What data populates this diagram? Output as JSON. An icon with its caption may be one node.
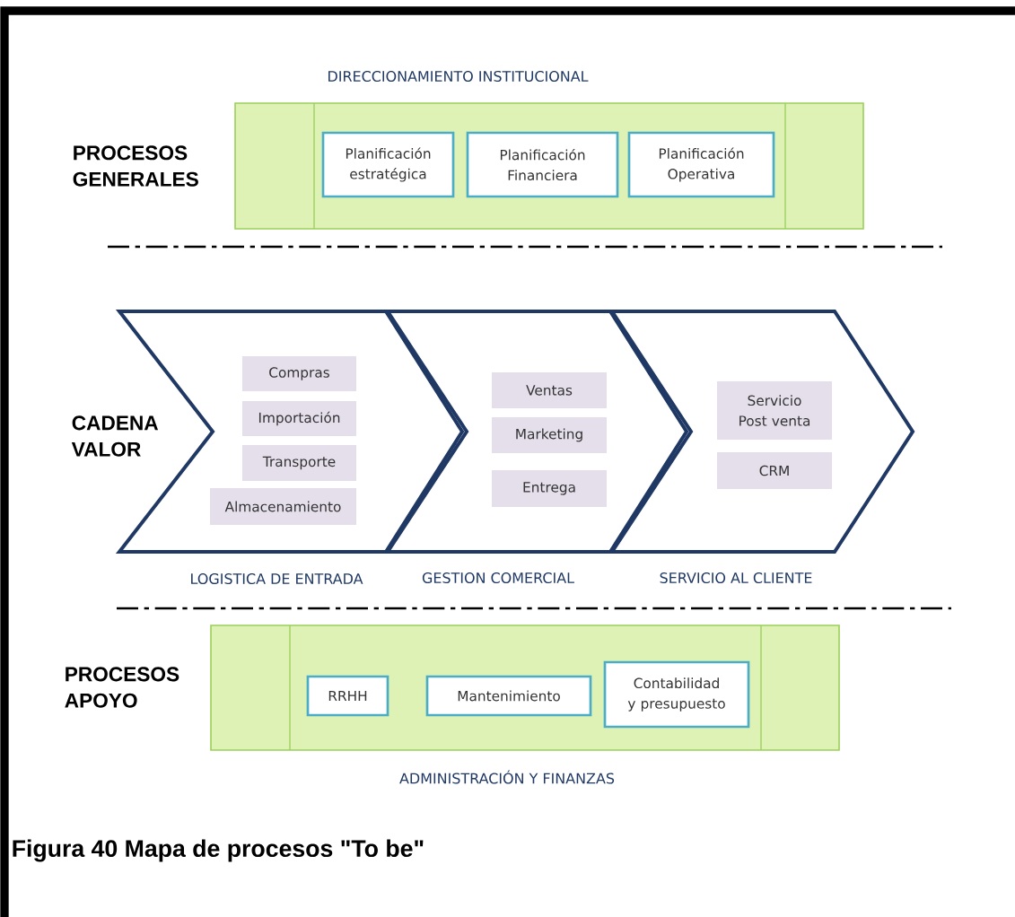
{
  "diagram": {
    "caption": "Figura 40 Mapa de procesos \"To be\"",
    "nodes": [
      {
        "text": [
          "DIRECCIONAMIENTO INSTITUCIONAL"
        ]
      },
      {
        "text": [
          "Planificación estratégica"
        ],
        "in": 0
      },
      {
        "text": [
          "Planificación Financiera"
        ],
        "in": 0
      },
      {
        "text": [
          "Planificación Operativa"
        ],
        "in": 0
      },
      {
        "text": [
          "LOGISTICA DE ENTRADA"
        ]
      },
      {
        "text": [
          "Compras"
        ],
        "in": 4
      },
      {
        "text": [
          "Importación"
        ],
        "in": 4
      },
      {
        "text": [
          "Transporte"
        ],
        "in": 4
      },
      {
        "text": [
          "Almacenamiento"
        ],
        "in": 4
      },
      {
        "text": [
          "GESTION COMERCIAL"
        ]
      },
      {
        "text": [
          "Ventas"
        ],
        "in": 9
      },
      {
        "text": [
          "Marketing"
        ],
        "in": 9
      },
      {
        "text": [
          "Entrega"
        ],
        "in": 9
      },
      {
        "text": [
          "SERVICIO AL CLIENTE"
        ]
      },
      {
        "text": [
          "Servicio Post venta"
        ],
        "in": 13
      },
      {
        "text": [
          "CRM"
        ],
        "in": 13
      },
      {
        "text": [
          "ADMINISTRACIÓN  Y FINANZAS"
        ]
      },
      {
        "text": [
          "RRHH"
        ],
        "in": 16
      },
      {
        "text": [
          "Mantenimiento"
        ],
        "in": 16
      },
      {
        "text": [
          "Contabilidad y presupuesto"
        ],
        "in": 16
      }
    ],
    "labels": [
      "PROCESOS GENERALES",
      "CADENA VALOR",
      "PROCESOS APOYO"
    ]
  }
}
